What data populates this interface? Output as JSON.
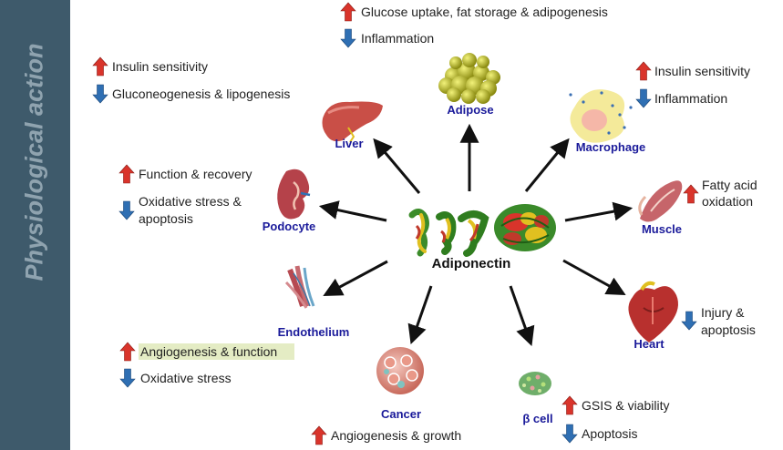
{
  "sidebar": {
    "title": "Physiological action"
  },
  "center": {
    "label": "Adiponectin"
  },
  "colors": {
    "up": "#d9342b",
    "down": "#2f6fb3",
    "organ_label": "#1a1a9a",
    "sidebar_bg": "#3e5a6b"
  },
  "targets": {
    "adipose": {
      "name": "Adipose",
      "effects": [
        {
          "dir": "up",
          "text": "Glucose uptake, fat storage & adipogenesis"
        },
        {
          "dir": "down",
          "text": "Inflammation"
        }
      ]
    },
    "liver": {
      "name": "Liver",
      "effects": [
        {
          "dir": "up",
          "text": "Insulin sensitivity"
        },
        {
          "dir": "down",
          "text": "Gluconeogenesis & lipogenesis"
        }
      ]
    },
    "macrophage": {
      "name": "Macrophage",
      "effects": [
        {
          "dir": "up",
          "text": "Insulin sensitivity"
        },
        {
          "dir": "down",
          "text": "Inflammation"
        }
      ]
    },
    "podocyte": {
      "name": "Podocyte",
      "effects": [
        {
          "dir": "up",
          "text": "Function & recovery"
        },
        {
          "dir": "down",
          "text": [
            "Oxidative stress &",
            "apoptosis"
          ]
        }
      ]
    },
    "muscle": {
      "name": "Muscle",
      "effects": [
        {
          "dir": "up",
          "text": [
            "Fatty acid",
            "oxidation"
          ]
        }
      ]
    },
    "endothelium": {
      "name": "Endothelium",
      "effects": [
        {
          "dir": "up",
          "text": "Angiogenesis & function"
        },
        {
          "dir": "down",
          "text": "Oxidative stress"
        }
      ]
    },
    "heart": {
      "name": "Heart",
      "effects": [
        {
          "dir": "down",
          "text": [
            "Injury &",
            "apoptosis"
          ]
        }
      ]
    },
    "cancer": {
      "name": "Cancer",
      "effects": [
        {
          "dir": "up",
          "text": "Angiogenesis & growth"
        }
      ]
    },
    "beta_cell": {
      "name": "β cell",
      "effects": [
        {
          "dir": "up",
          "text": "GSIS & viability"
        },
        {
          "dir": "down",
          "text": "Apoptosis"
        }
      ]
    }
  }
}
